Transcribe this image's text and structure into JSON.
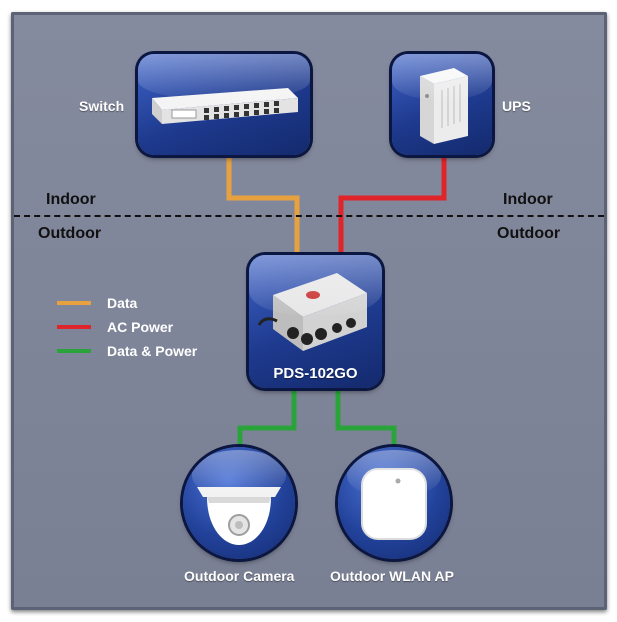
{
  "colors": {
    "data": "#e7a23f",
    "ac_power": "#e0252a",
    "data_power": "#2aa43a"
  },
  "nodes": {
    "switch": {
      "label": "Switch",
      "icon": "network-switch-icon"
    },
    "ups": {
      "label": "UPS",
      "icon": "ups-icon"
    },
    "pds": {
      "label": "PDS-102GO",
      "icon": "pds-device-icon"
    },
    "camera": {
      "label": "Outdoor Camera",
      "icon": "dome-camera-icon"
    },
    "wlan": {
      "label": "Outdoor WLAN AP",
      "icon": "access-point-icon"
    }
  },
  "zones": {
    "indoor_left": "Indoor",
    "indoor_right": "Indoor",
    "outdoor_left": "Outdoor",
    "outdoor_right": "Outdoor"
  },
  "legend": [
    {
      "label": "Data",
      "color": "#e7a23f"
    },
    {
      "label": "AC Power",
      "color": "#e0252a"
    },
    {
      "label": "Data & Power",
      "color": "#2aa43a"
    }
  ]
}
